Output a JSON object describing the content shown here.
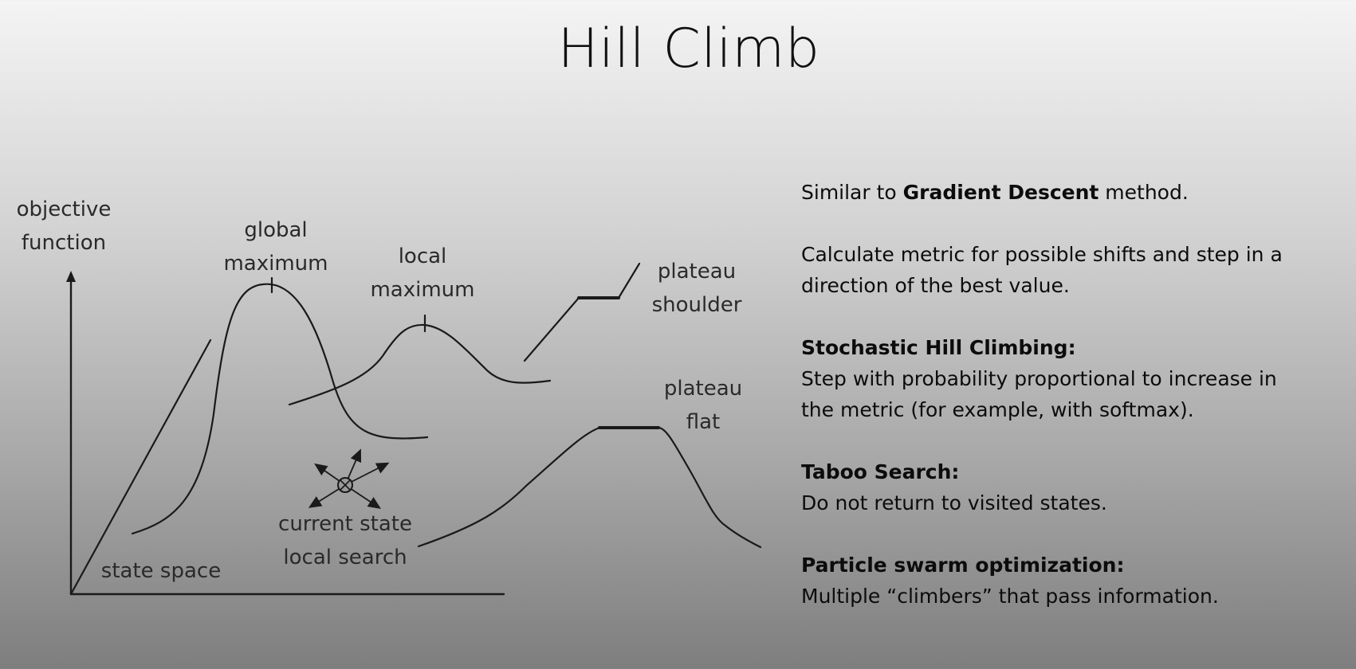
{
  "title": "Hill Climb",
  "diagram": {
    "y_axis_label_line1": "objective",
    "y_axis_label_line2": "function",
    "x_axis_label": "state space",
    "global_max_line1": "global",
    "global_max_line2": "maximum",
    "local_max_line1": "local",
    "local_max_line2": "maximum",
    "shoulder_line1": "plateau",
    "shoulder_line2": "shoulder",
    "flat_line1": "plateau",
    "flat_line2": "flat",
    "current_state_line1": "current state",
    "current_state_line2": "local search"
  },
  "notes": {
    "gradient_prefix": "Similar to ",
    "gradient_bold": "Gradient Descent",
    "gradient_suffix": " method.",
    "metric_line1": "Calculate metric for possible shifts and step in a",
    "metric_line2": "direction of the best value.",
    "stochastic_heading": "Stochastic Hill Climbing:",
    "stochastic_line1": "Step with probability proportional to increase in",
    "stochastic_line2": "the metric (for example, with softmax).",
    "taboo_heading": "Taboo Search:",
    "taboo_line1": "Do not return to visited states.",
    "pso_heading": "Particle swarm optimization:",
    "pso_line1": "Multiple “climbers” that pass information."
  }
}
